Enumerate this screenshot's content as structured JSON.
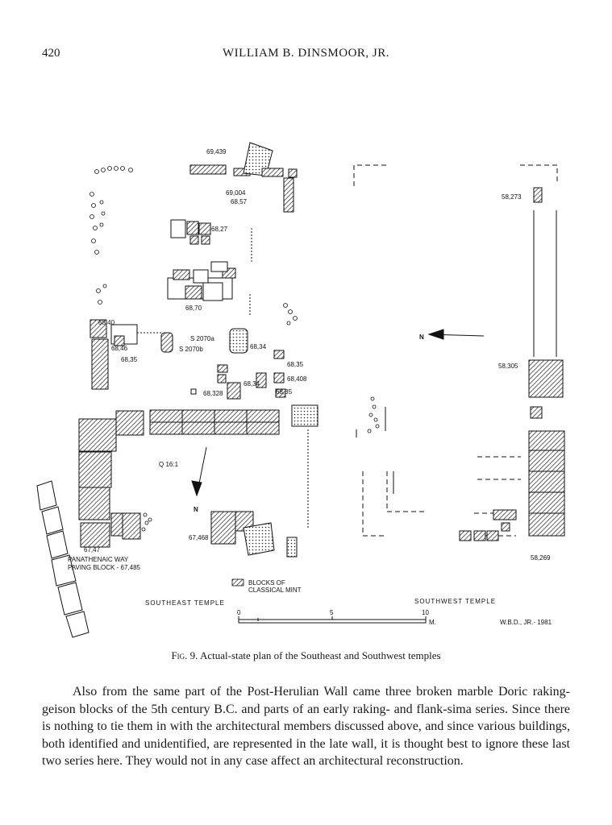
{
  "header": {
    "page_number": "420",
    "running_title": "WILLIAM B. DINSMOOR, JR."
  },
  "figure": {
    "elevations": [
      "69,439",
      "69,004",
      "68,57",
      "68,27",
      "68,70",
      "68,40",
      "68,46",
      "68,35",
      "68,34",
      "68,35",
      "68,408",
      "68,328",
      "68,34",
      "68,35",
      "67,468",
      "67,47",
      "58,273",
      "58,305",
      "58,269"
    ],
    "inventory": {
      "s2070a": "S 2070a",
      "s2070b": "S 2070b"
    },
    "grid_ref": "Q 16:1",
    "north_left": "N",
    "north_right": "N",
    "way_label_1": "PANATHENAIC WAY",
    "way_label_2": "PAVING BLOCK - 67,485",
    "legend_1": "BLOCKS OF",
    "legend_2": "CLASSICAL MINT",
    "temple_se": "SOUTHEAST TEMPLE",
    "temple_sw": "SOUTHWEST TEMPLE",
    "scale_0": "0",
    "scale_5": "5",
    "scale_10": "10",
    "scale_unit": "M.",
    "credit": "W.B.D., JR.- 1981"
  },
  "caption": {
    "label": "Fig. 9.",
    "text": "Actual-state plan of the Southeast and Southwest temples"
  },
  "body": {
    "part1": "Also from the same part of the Post-Herulian Wall came three broken marble Doric raking-geison blocks of the 5th century ",
    "era": "B.C.",
    "part2": " and parts of an early raking- and flank-sima series. Since there is nothing to tie them in with the architectural members discussed above, and since various buildings, both identified and unidentified, are represented in the late wall, it is thought best to ignore these last two series here. They would not in any case affect an architectural reconstruction."
  }
}
